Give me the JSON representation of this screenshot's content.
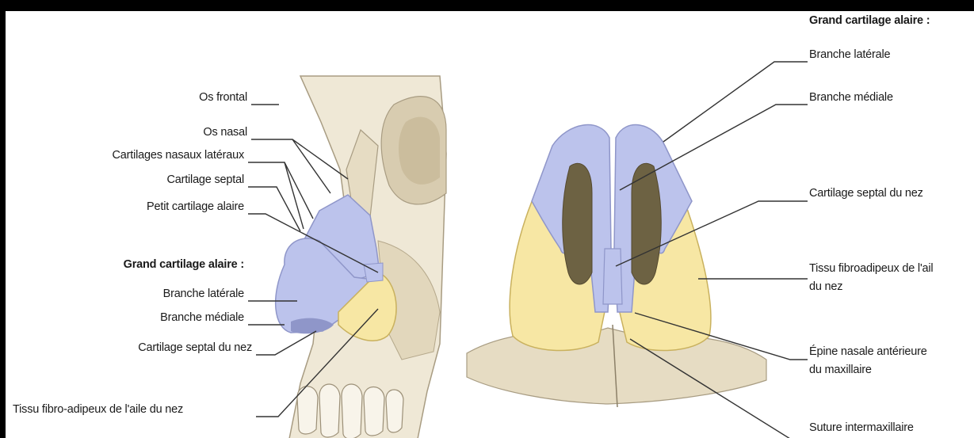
{
  "left_view": {
    "labels": {
      "os_frontal": "Os frontal",
      "os_nasal": "Os nasal",
      "cartilages_nasaux_lateraux": "Cartilages nasaux latéraux",
      "cartilage_septal": "Cartilage septal",
      "petit_cartilage_alaire": "Petit cartilage alaire",
      "grand_cartilage_alaire_heading": "Grand cartilage alaire :",
      "branche_laterale": "Branche latérale",
      "branche_mediale": "Branche médiale",
      "cartilage_septal_du_nez": "Cartilage septal du nez",
      "tissu_fibro_adipeux": "Tissu fibro-adipeux de l'aile du nez"
    }
  },
  "right_view": {
    "labels": {
      "grand_cartilage_alaire_heading": "Grand cartilage alaire :",
      "branche_laterale": "Branche latérale",
      "branche_mediale": "Branche médiale",
      "cartilage_septal_du_nez": "Cartilage septal du nez",
      "tissu_fibroadipeux_line1": "Tissu fibroadipeux de l'ail",
      "tissu_fibroadipeux_line2": "du nez",
      "epine_nasale_line1": "Épine nasale antérieure",
      "epine_nasale_line2": "du maxillaire",
      "suture_intermaxillaire": "Suture intermaxillaire"
    }
  },
  "colors": {
    "bone": "#efe8d6",
    "bone_shade": "#d8ccb0",
    "cartilage": "#bcc3ec",
    "cartilage_edge": "#8f96c9",
    "fat_tissue": "#f7e7a4",
    "fat_edge": "#c9b15e",
    "leader_line": "#333333",
    "frame": "#000000"
  }
}
